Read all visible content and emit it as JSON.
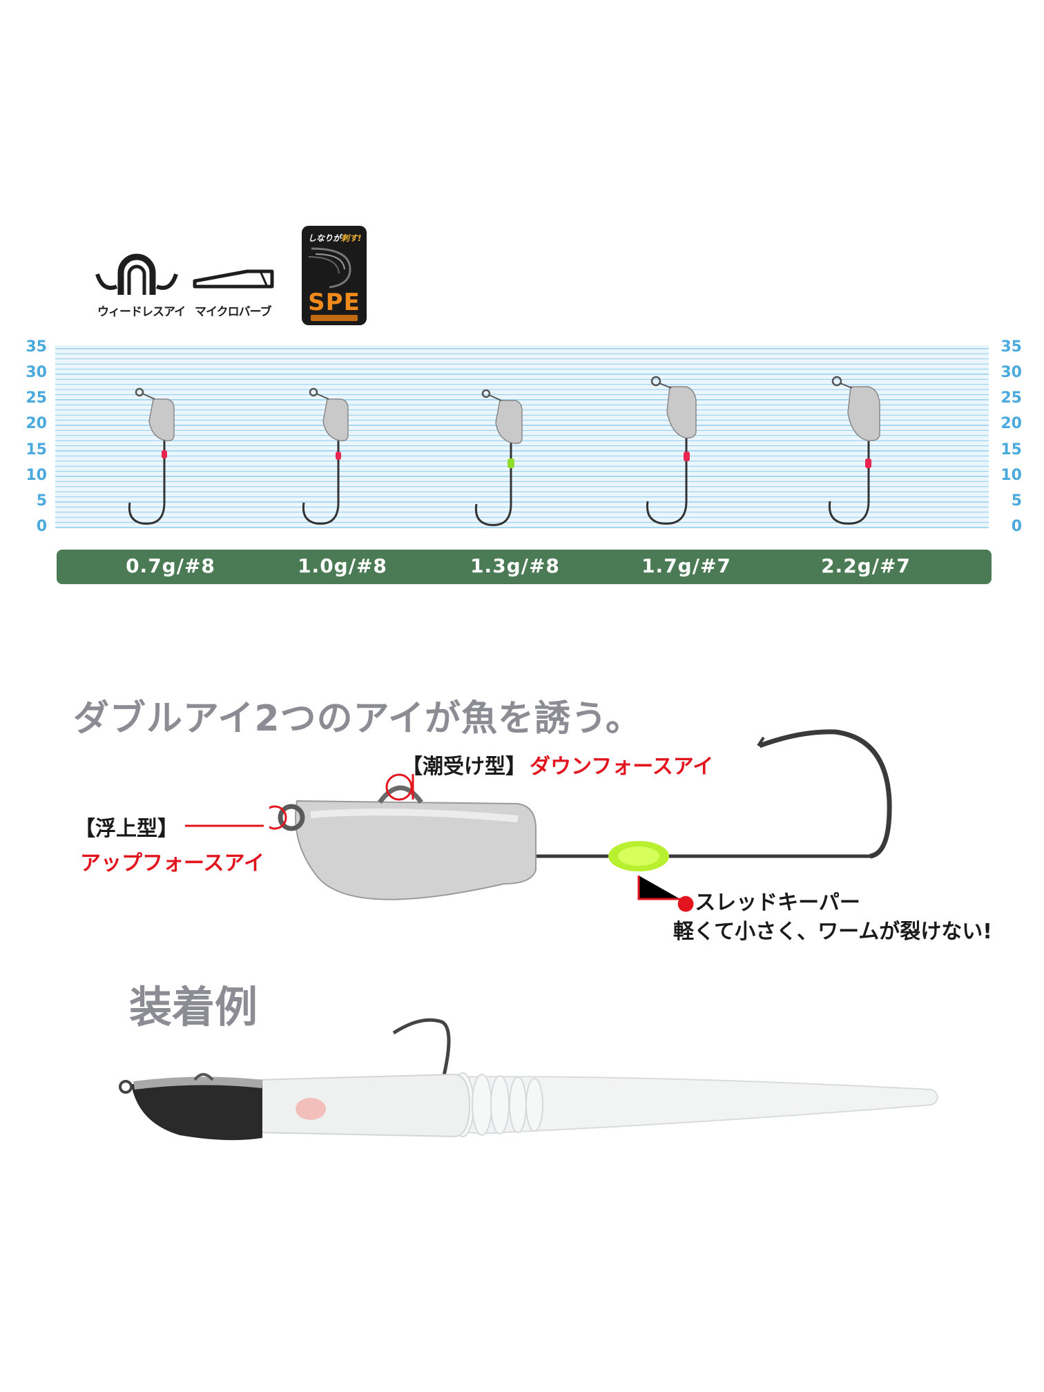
{
  "features": {
    "weedless_eye": {
      "label": "ウィードレスアイ",
      "icon": "weedless-eye-icon"
    },
    "micro_barb": {
      "label": "マイクロバーブ",
      "icon": "micro-barb-icon"
    },
    "spe": {
      "tagline_a": "しなりが",
      "tagline_b": "刺す!",
      "label": "SPE"
    }
  },
  "ruler": {
    "ticks": [
      "35",
      "30",
      "25",
      "20",
      "15",
      "10",
      "5",
      "0"
    ],
    "colors": {
      "background": "#eaf6fc",
      "line": "#8fcbec",
      "label": "#4aa9dd"
    }
  },
  "products": [
    {
      "spec": "0.7g/#8",
      "thread_color": "#e8264f"
    },
    {
      "spec": "1.0g/#8",
      "thread_color": "#e8264f"
    },
    {
      "spec": "1.3g/#8",
      "thread_color": "#8fdc2c"
    },
    {
      "spec": "1.7g/#7",
      "thread_color": "#e8264f"
    },
    {
      "spec": "2.2g/#7",
      "thread_color": "#e8264f"
    }
  ],
  "bar_color": "#4b7b55",
  "headline": "ダブルアイ2つのアイが魚を誘う。",
  "callouts": {
    "down_type": "【潮受け型】",
    "down_eye": "ダウンフォースアイ",
    "up_type": "【浮上型】",
    "up_eye": "アップフォースアイ",
    "keeper_bullet": "●",
    "keeper_title": "スレッドキーパー",
    "keeper_desc": "軽くて小さく、ワームが裂けない!"
  },
  "example_heading": "装着例",
  "accent_red": "#e2151f"
}
